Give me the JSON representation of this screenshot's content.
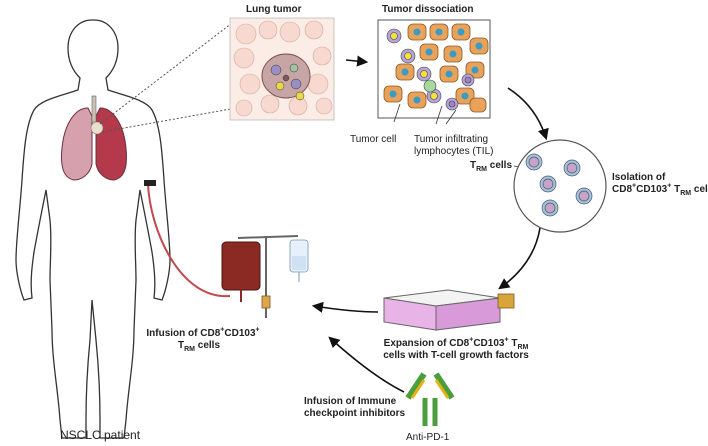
{
  "labels": {
    "lung_tumor": "Lung tumor",
    "tumor_dissociation": "Tumor dissociation",
    "tumor_cell": "Tumor cell",
    "til_line1": "Tumor infiltrating",
    "til_line2": "lymphocytes (TIL)",
    "trm_cells": {
      "main": "T",
      "sub": "RM",
      "tail": " cells"
    },
    "isolation": {
      "line1": "Isolation of",
      "line2_a": "CD8",
      "line2_sup1": "+",
      "line2_b": "CD103",
      "line2_sup2": "+",
      "line2_c": " T",
      "line2_sub": "RM",
      "line2_d": " cells"
    },
    "expansion": {
      "line1_a": "Expansion of CD8",
      "line1_sup1": "+",
      "line1_b": "CD103",
      "line1_sup2": "+",
      "line1_c": "  T",
      "line1_sub": "RM",
      "line2": "cells with T-cell growth factors"
    },
    "infusion_trm": {
      "line1_a": "Infusion of CD8",
      "line1_sup1": "+",
      "line1_b": "CD103",
      "line1_sup2": "+",
      "line2_a": "T",
      "line2_sub": "RM",
      "line2_b": " cells"
    },
    "infusion_checkpoint": {
      "line1": "Infusion of Immune",
      "line2": "checkpoint inhibitors"
    },
    "anti_pd1": "Anti-PD-1",
    "patient": "NSCLC patient"
  },
  "colors": {
    "lung": "#d7a0ad",
    "lung_right": "#b4394a",
    "blood_bag": "#8b2a22",
    "flask": "#e8b4e8",
    "antibody_green": "#4a9e3b",
    "antibody_yellow": "#e2b313",
    "tumor_cell": "#e8a25a",
    "nucleus": "#3a9cc6",
    "lymphocyte": "#b6a3d8",
    "lymph_nucleus": "#f5e23a",
    "tubing": "#c2484b"
  }
}
